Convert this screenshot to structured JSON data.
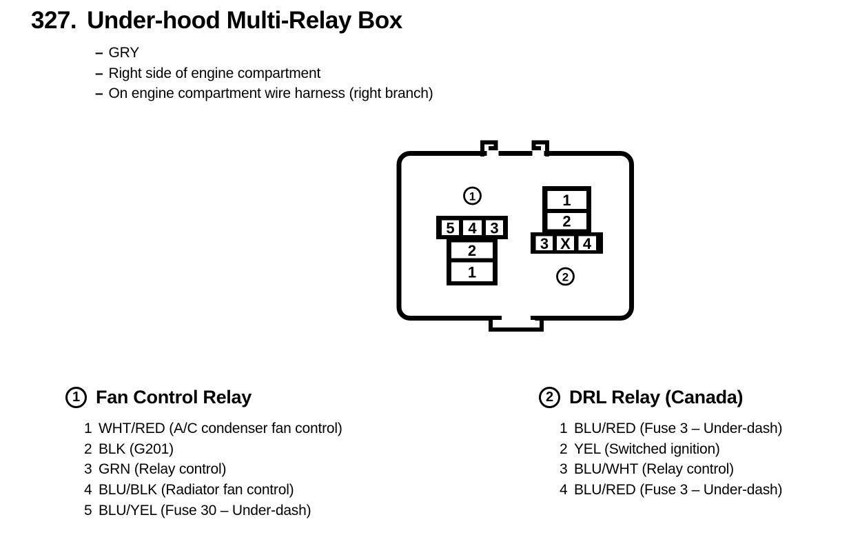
{
  "header": {
    "number": "327.",
    "title": "Under-hood Multi-Relay Box",
    "bullet_prefix": "–",
    "bullets": [
      "GRY",
      "Right side of engine compartment",
      "On engine compartment wire harness (right branch)"
    ]
  },
  "diagram": {
    "connector1": {
      "callout": "1",
      "cells": {
        "c5": "5",
        "c4": "4",
        "c3": "3",
        "c2": "2",
        "c1": "1"
      }
    },
    "connector2": {
      "callout": "2",
      "cells": {
        "c1": "1",
        "c2": "2",
        "c3": "3",
        "cx": "X",
        "c4": "4"
      }
    }
  },
  "legends": [
    {
      "number": "1",
      "title": "Fan Control Relay",
      "items": [
        {
          "pin": "1",
          "desc": "WHT/RED (A/C condenser fan control)"
        },
        {
          "pin": "2",
          "desc": "BLK (G201)"
        },
        {
          "pin": "3",
          "desc": "GRN (Relay control)"
        },
        {
          "pin": "4",
          "desc": "BLU/BLK (Radiator fan control)"
        },
        {
          "pin": "5",
          "desc": "BLU/YEL (Fuse 30 – Under-dash)"
        }
      ]
    },
    {
      "number": "2",
      "title": "DRL Relay (Canada)",
      "items": [
        {
          "pin": "1",
          "desc": "BLU/RED (Fuse 3 – Under-dash)"
        },
        {
          "pin": "2",
          "desc": "YEL (Switched ignition)"
        },
        {
          "pin": "3",
          "desc": "BLU/WHT (Relay control)"
        },
        {
          "pin": "4",
          "desc": "BLU/RED (Fuse 3 – Under-dash)"
        }
      ]
    }
  ],
  "colors": {
    "ink": "#000000",
    "background": "#ffffff"
  }
}
